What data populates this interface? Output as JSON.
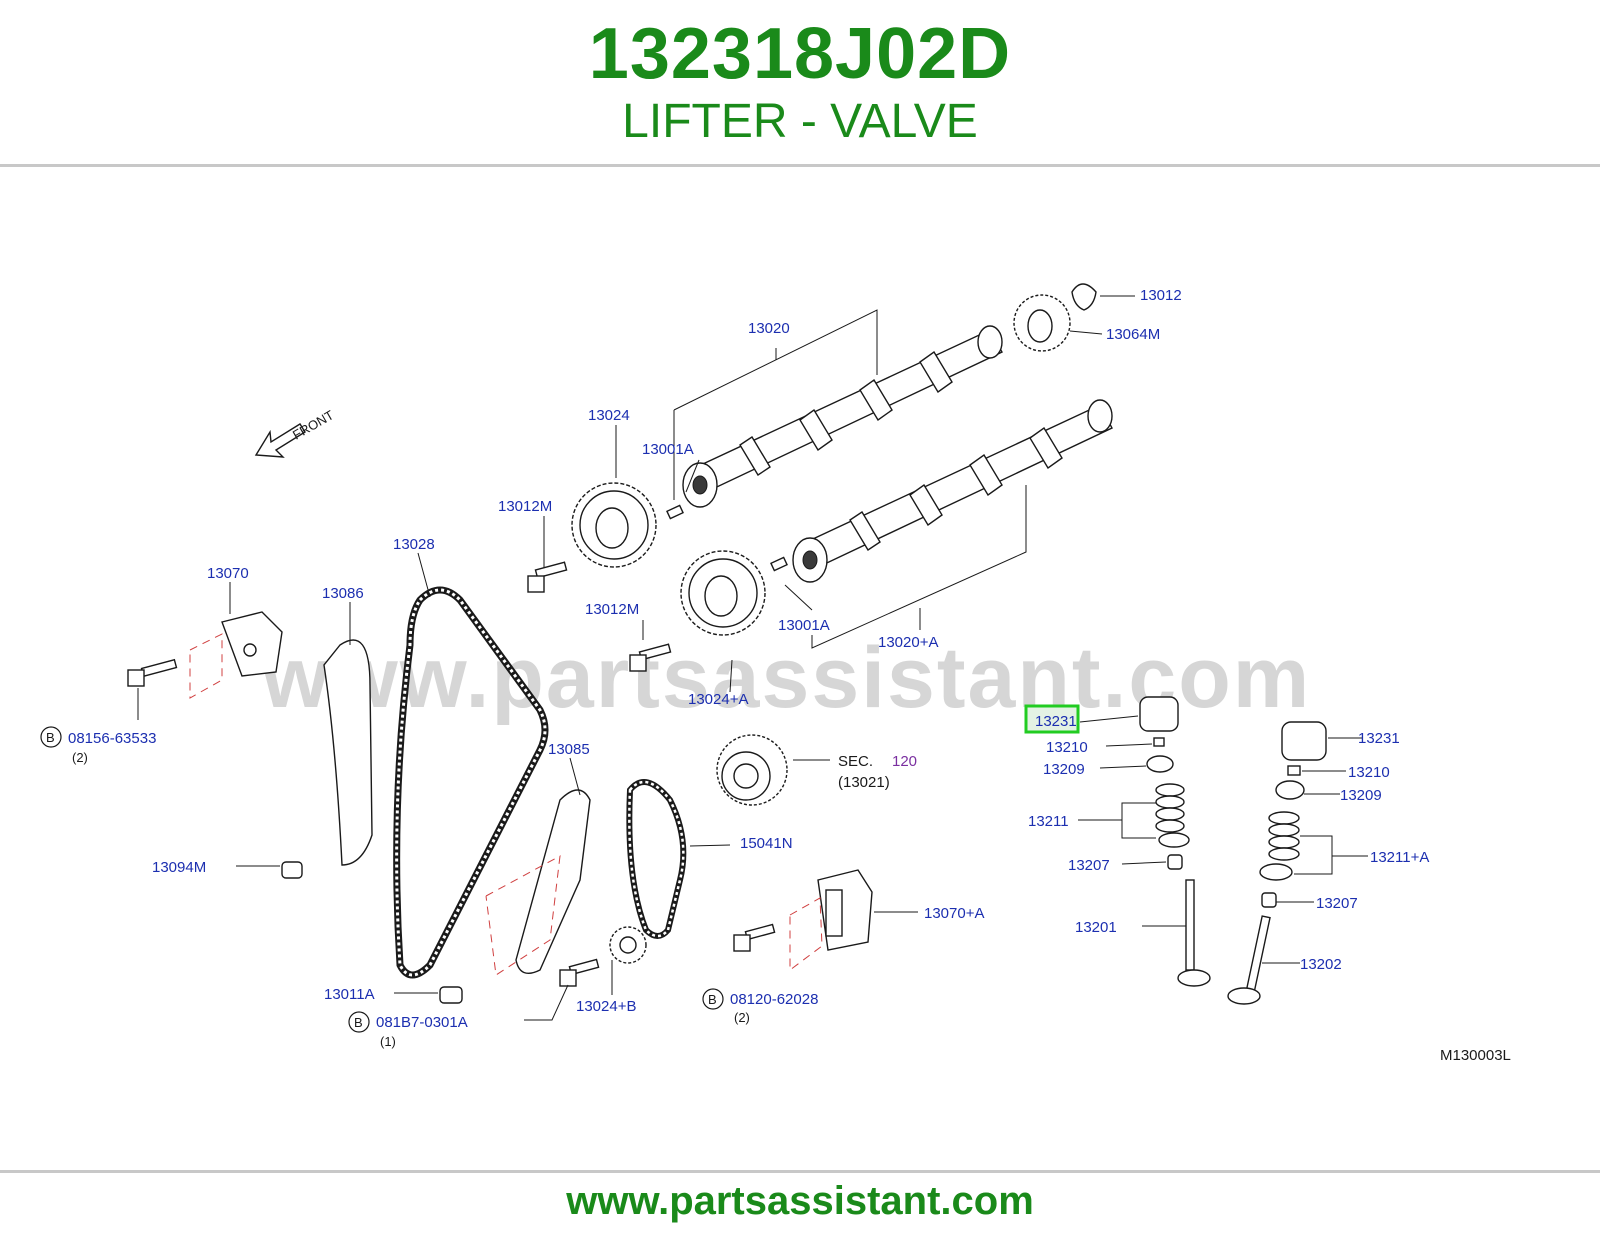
{
  "header": {
    "part_number": "132318J02D",
    "part_name": "LIFTER - VALVE"
  },
  "footer": {
    "url": "www.partsassistant.com"
  },
  "watermark": "www.partsassistant.com",
  "diagram": {
    "front_label": "FRONT",
    "code": "M130003L",
    "highlighted_part": "13231",
    "labels": {
      "l13012": "13012",
      "l13064M": "13064M",
      "l13020": "13020",
      "l13024": "13024",
      "l13001A_top": "13001A",
      "l13012M_top": "13012M",
      "l13028": "13028",
      "l13070": "13070",
      "l13086": "13086",
      "l13012M_mid": "13012M",
      "l13001A_mid": "13001A",
      "l13020A": "13020+A",
      "l13024A": "13024+A",
      "l08156": "08156-63533",
      "l08156_qty": "(2)",
      "l13085": "13085",
      "sec_label": "SEC.",
      "sec_num": "120",
      "sec_ref": "(13021)",
      "l15041N": "15041N",
      "l13094M": "13094M",
      "l13070A": "13070+A",
      "l13011A": "13011A",
      "l081B7": "081B7-0301A",
      "l081B7_qty": "(1)",
      "l13024B": "13024+B",
      "l08120": "08120-62028",
      "l08120_qty": "(2)",
      "l13231_left": "13231",
      "l13210_left": "13210",
      "l13209_left": "13209",
      "l13211": "13211",
      "l13207_left": "13207",
      "l13201": "13201",
      "l13231_right": "13231",
      "l13210_right": "13210",
      "l13209_right": "13209",
      "l13211A": "13211+A",
      "l13207_right": "13207",
      "l13202": "13202",
      "b_marker": "B"
    }
  },
  "colors": {
    "title_green": "#1a8a1a",
    "label_blue": "#1c2fb0",
    "sec_purple": "#7a2fa0",
    "highlight_green": "#22cc22",
    "watermark_gray": "#d6d6d6",
    "line_black": "#1a1a1a",
    "dash_red": "#d04040"
  }
}
